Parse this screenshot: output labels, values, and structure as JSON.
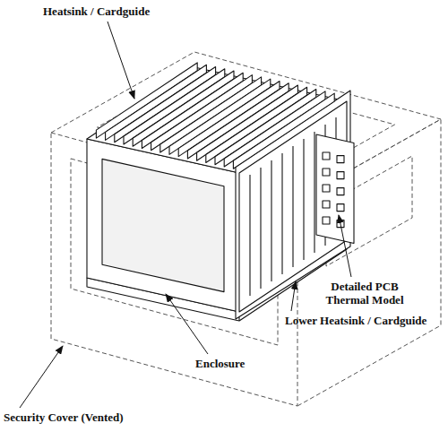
{
  "diagram": {
    "labels": [
      "Heatsink / Cardguide",
      "Detailed PCB Thermal Model",
      "Lower Heatsink / Cardguide",
      "Enclosure",
      "Security Cover (Vented)"
    ]
  }
}
